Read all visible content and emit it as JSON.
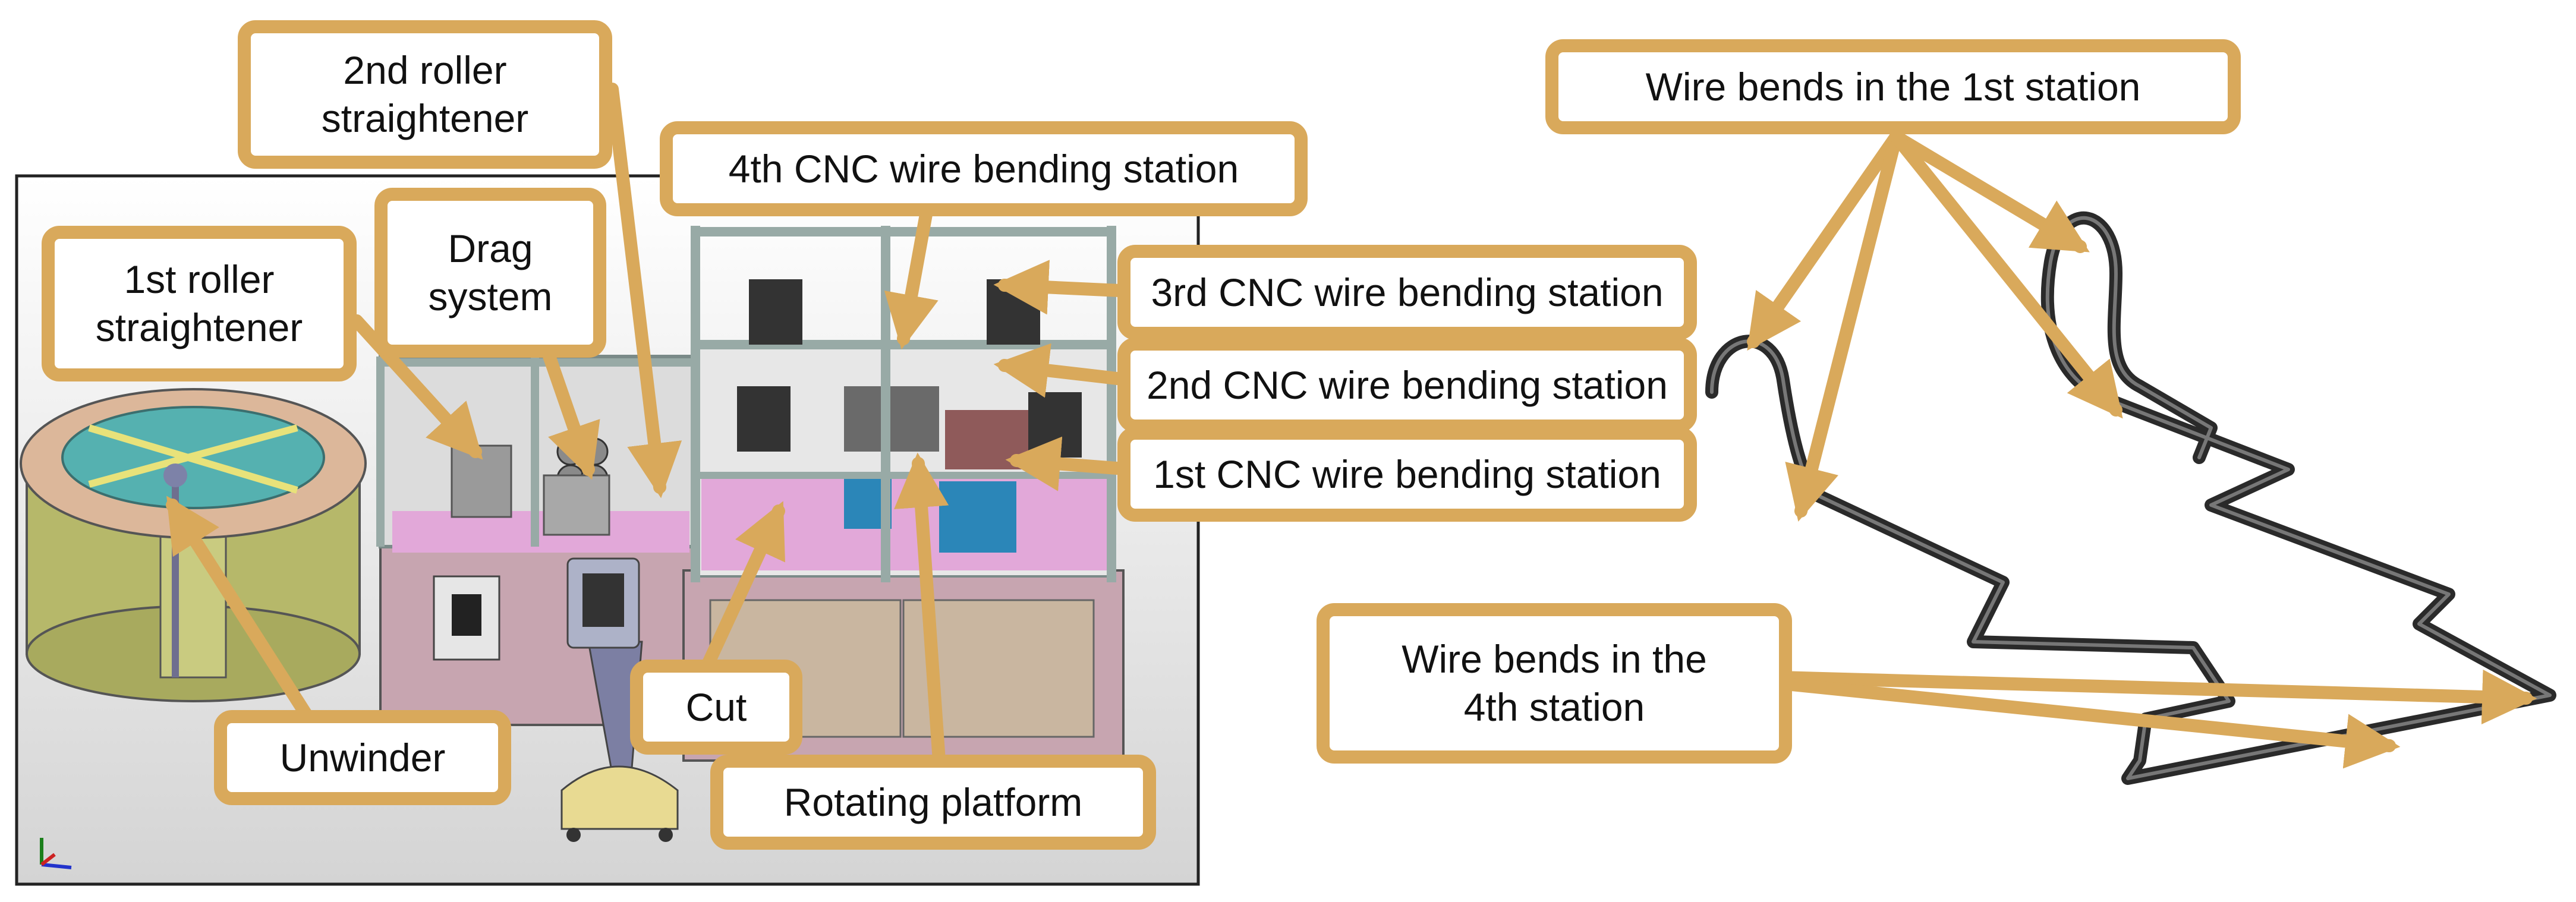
{
  "labels": {
    "roller2": "2nd roller\nstraightener",
    "station4": "4th CNC wire bending station",
    "drag": "Drag\nsystem",
    "roller1": "1st roller\nstraightener",
    "station3": "3rd CNC wire bending station",
    "station2": "2nd CNC wire bending station",
    "station1": "1st CNC wire bending station",
    "cut": "Cut",
    "unwinder": "Unwinder",
    "rotating": "Rotating platform",
    "bends1": "Wire bends in the 1st station",
    "bends4": "Wire bends in the\n4th station"
  },
  "colors": {
    "accent": "#d9a95b",
    "frame": "#98aaa6",
    "panel_pink": "#e2a8d9",
    "cabinet": "#c7a5b0",
    "wire": "#2a2a2a"
  }
}
